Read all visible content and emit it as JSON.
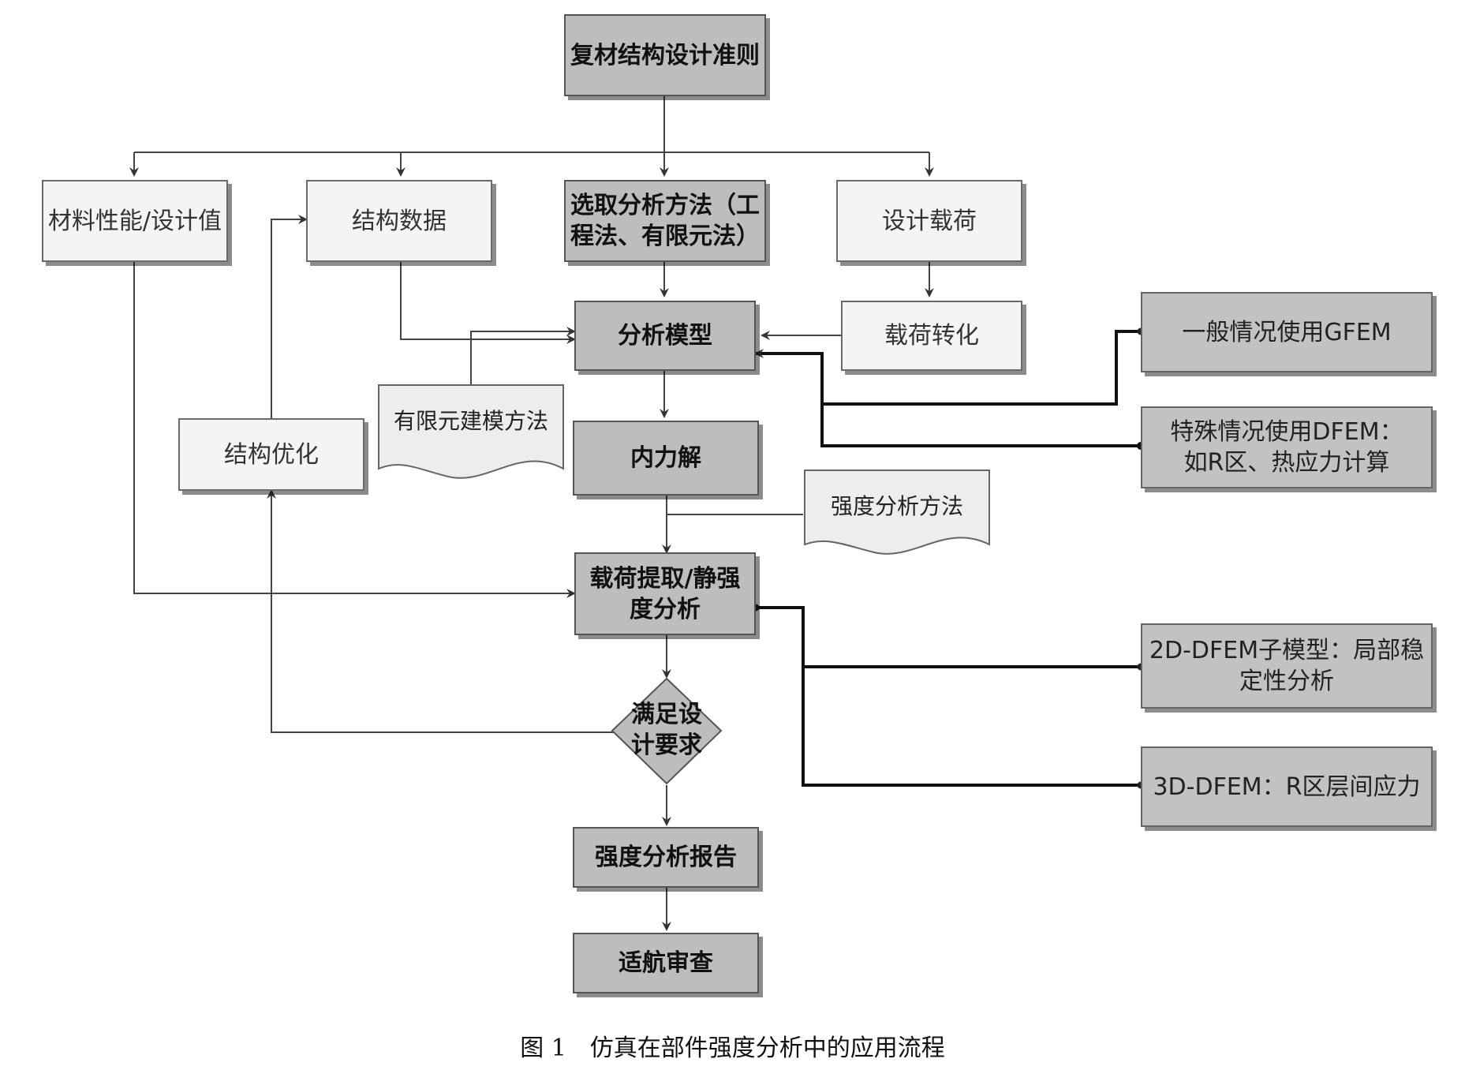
{
  "nodes": {
    "criteria": "复材结构设计准则",
    "material": "材料性能/设计值",
    "structure_data": "结构数据",
    "method": "选取分析方法（工\n程法、有限元法）",
    "design_load": "设计载荷",
    "analysis_model": "分析模型",
    "load_conversion": "载荷转化",
    "gfem": "一般情况使用GFEM",
    "dfem": "特殊情况使用DFEM：\n如R区、热应力计算",
    "fe_method": "有限元建模方法",
    "optimization": "结构优化",
    "internal_force": "内力解",
    "strength_method": "强度分析方法",
    "static_strength": "载荷提取/静强\n度分析",
    "dfem2d": "2D-DFEM子模型：局部稳\n定性分析",
    "meet_req": "满足设\n计要求",
    "dfem3d": "3D-DFEM：R区层间应力",
    "report": "强度分析报告",
    "airworthiness": "适航审查"
  },
  "caption": "图 1　仿真在部件强度分析中的应用流程"
}
